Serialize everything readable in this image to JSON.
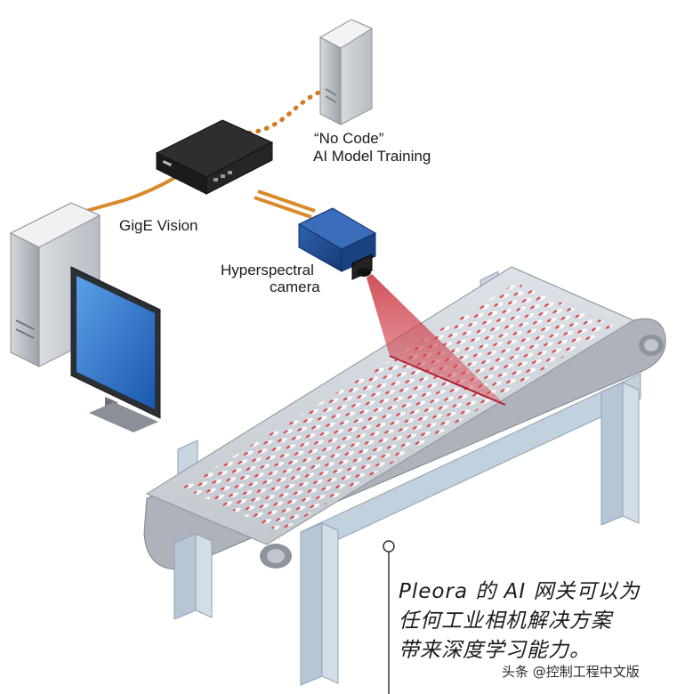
{
  "labels": {
    "no_code_line1": "“No Code”",
    "no_code_line2": "AI Model Training",
    "gige": "GigE Vision",
    "camera_line1": "Hyperspectral",
    "camera_line2": "camera"
  },
  "caption": {
    "line1": "Pleora 的 AI 网关可以为",
    "line2": "任何工业相机解决方案",
    "line3": "带来深度学习能力。"
  },
  "watermark": "头条 @控制工程中文版",
  "colors": {
    "cable_orange": "#d98a2b",
    "dotted_link": "#d07a22",
    "laser_red": "#c8323c",
    "camera_blue": "#1f4a8c",
    "belt_grey": "#c9ccd2",
    "frame_grey": "#b9c8d6"
  }
}
